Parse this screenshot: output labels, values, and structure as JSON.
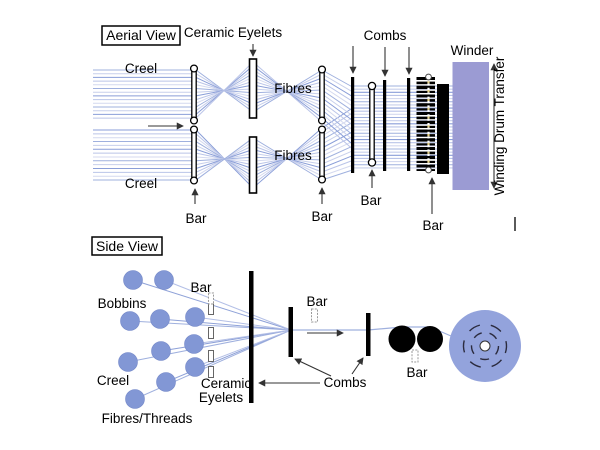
{
  "aerial_view": {
    "title": "Aerial View",
    "creel_top_label": "Creel",
    "creel_bottom_label": "Creel",
    "ceramic_eyelets_label": "Ceramic Eyelets",
    "fibres_top_label": "Fibres",
    "fibres_bottom_label": "Fibres",
    "combs_label": "Combs",
    "winder_label": "Winder",
    "winding_drum_transfer_label": "Winding Drum Transfer",
    "bar_label_creel": "Bar",
    "bar_label_mid": "Bar",
    "bar_label_combs": "Bar",
    "bar_label_reed": "Bar"
  },
  "side_view": {
    "title": "Side View",
    "bobbins_label": "Bobbins",
    "creel_label": "Creel",
    "fibres_threads_label": "Fibres/Threads",
    "bar_label_eyelets": "Bar",
    "ceramic_label_line1": "Ceramic",
    "ceramic_label_line2": "Eyelets",
    "combs_label": "Combs",
    "bar_label_mid": "Bar",
    "bar_label_rollers": "Bar"
  },
  "colors": {
    "fiber_palette": [
      "#9fb0de",
      "#c7cfeb",
      "#8a9ed8",
      "#bac4e8",
      "#d4d9ef"
    ],
    "side_fiber_palette": [
      "#8fa2d8",
      "#b3bfe6",
      "#9fb0de"
    ],
    "bobbin_fill": "#8297d5",
    "bobbin_edge": "#7488c8",
    "winder_fill": "#9b9bd3",
    "drum_fill": "#93a3dc",
    "drum_mark": "#2b2b3e",
    "rod_dot_white": "#ffffff",
    "rod_dot_yellow": "#e8d48a",
    "element_black": "#000000"
  }
}
